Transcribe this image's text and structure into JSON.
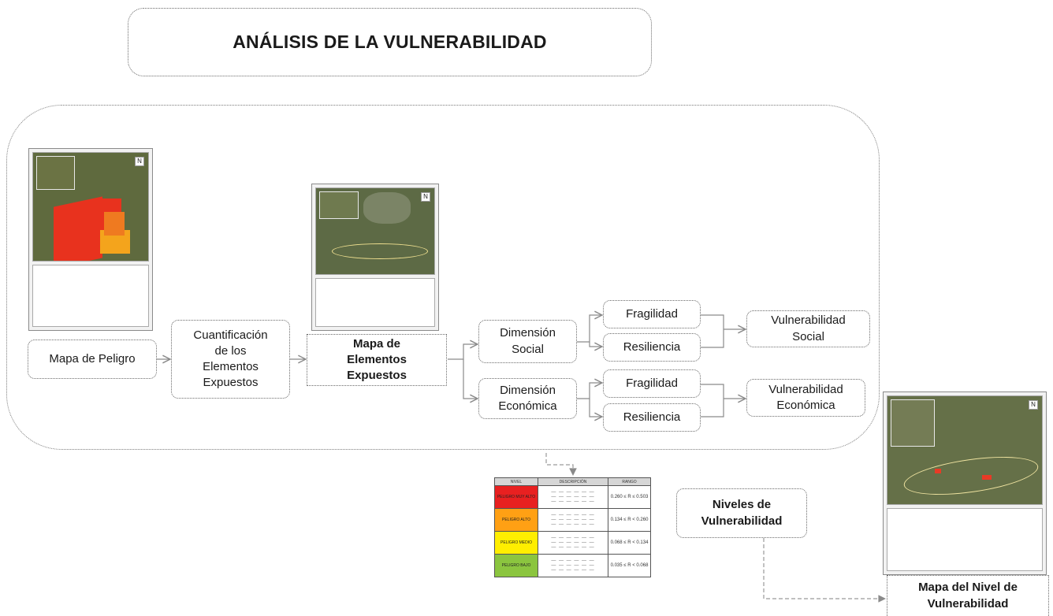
{
  "title": "ANÁLISIS DE LA VULNERABILIDAD",
  "nodes": {
    "mapa_peligro": "Mapa de Peligro",
    "cuantificacion": "Cuantificación de los Elementos Expuestos",
    "mapa_elementos": "Mapa de Elementos Expuestos",
    "dimension_social": "Dimensión Social",
    "dimension_economica": "Dimensión Económica",
    "fragilidad_social": "Fragilidad",
    "resiliencia_social": "Resiliencia",
    "fragilidad_economica": "Fragilidad",
    "resiliencia_economica": "Resiliencia",
    "vulnerabilidad_social": "Vulnerabilidad Social",
    "vulnerabilidad_economica": "Vulnerabilidad Económica",
    "niveles": "Niveles de Vulnerabilidad",
    "mapa_nivel": "Mapa del Nivel de Vulnerabilidad"
  },
  "table": {
    "headers": [
      "NIVEL",
      "DESCRIPCIÓN",
      "RANGO"
    ],
    "rows": [
      {
        "nivel": "PELIGRO MUY ALTO",
        "color": "#e82020",
        "rango": "0.260 ≤ R ≤ 0.503"
      },
      {
        "nivel": "PELIGRO ALTO",
        "color": "#ffa014",
        "rango": "0.134 ≤ R < 0.260"
      },
      {
        "nivel": "PELIGRO MEDIO",
        "color": "#ffee00",
        "rango": "0.068 ≤ R < 0.134"
      },
      {
        "nivel": "PELIGRO BAJO",
        "color": "#8bc53f",
        "rango": "0.035 ≤ R < 0.068"
      }
    ]
  },
  "colors": {
    "border": "#6a6a6a",
    "arrow": "#8a8a8a"
  }
}
